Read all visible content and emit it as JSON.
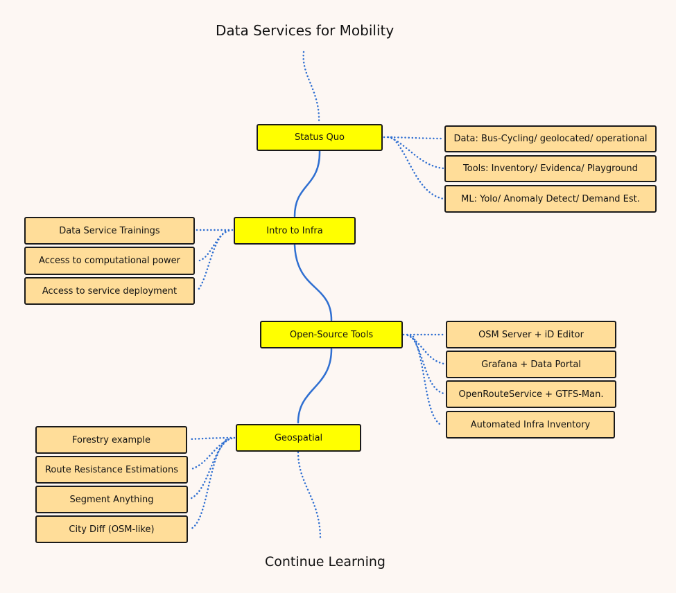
{
  "title": "Data Services for Mobility",
  "footer": "Continue Learning",
  "main_nodes": [
    {
      "id": "status-quo",
      "label": "Status Quo"
    },
    {
      "id": "intro-infra",
      "label": "Intro to Infra"
    },
    {
      "id": "oss-tools",
      "label": "Open-Source Tools"
    },
    {
      "id": "geospatial",
      "label": "Geospatial"
    }
  ],
  "branches": {
    "status-quo": [
      "Data: Bus-Cycling/ geolocated/ operational",
      "Tools: Inventory/ Evidenca/ Playground",
      "ML: Yolo/ Anomaly Detect/ Demand Est."
    ],
    "intro-infra": [
      "Data Service Trainings",
      "Access to computational power",
      "Access to service deployment"
    ],
    "oss-tools": [
      "OSM Server + iD Editor",
      "Grafana + Data Portal",
      "OpenRouteService + GTFS-Man.",
      "Automated Infra Inventory"
    ],
    "geospatial": [
      "Forestry example",
      "Route Resistance Estimations",
      "Segment Anything",
      "City Diff (OSM-like)"
    ]
  },
  "colors": {
    "main": "#ffff00",
    "leaf": "#ffdd99",
    "link": "#2f6fd1",
    "background": "#fdf7f3"
  }
}
